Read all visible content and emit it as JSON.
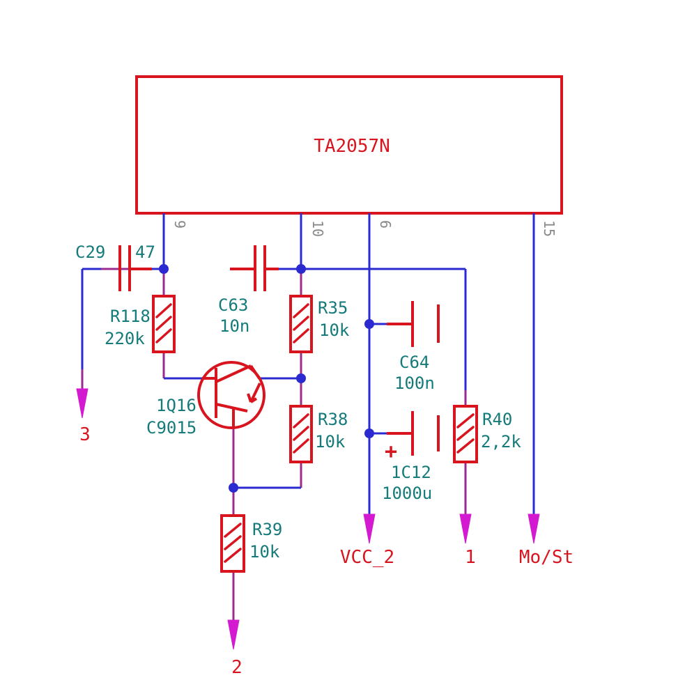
{
  "colors": {
    "wire": "#2a2ad0",
    "component": "#d8151f",
    "label": "#157a7a",
    "net_arrow": "#d41ad0",
    "pin_number": "#888888"
  },
  "ic": {
    "name": "TA2057N",
    "pins": [
      "9",
      "10",
      "6",
      "15"
    ]
  },
  "components": {
    "c29": {
      "ref": "C29",
      "value": "47"
    },
    "c63": {
      "ref": "C63",
      "value": "10n"
    },
    "c64": {
      "ref": "C64",
      "value": "100n"
    },
    "c12": {
      "ref": "1C12",
      "value": "1000u",
      "polarity": "+"
    },
    "r118": {
      "ref": "R118",
      "value": "220k"
    },
    "r35": {
      "ref": "R35",
      "value": "10k"
    },
    "r38": {
      "ref": "R38",
      "value": "10k"
    },
    "r39": {
      "ref": "R39",
      "value": "10k"
    },
    "r40": {
      "ref": "R40",
      "value": "2,2k"
    },
    "q16": {
      "ref": "1Q16",
      "value": "C9015"
    }
  },
  "nets": {
    "n3": "3",
    "n2": "2",
    "vcc": "VCC_2",
    "n1": "1",
    "most": "Mo/St"
  }
}
